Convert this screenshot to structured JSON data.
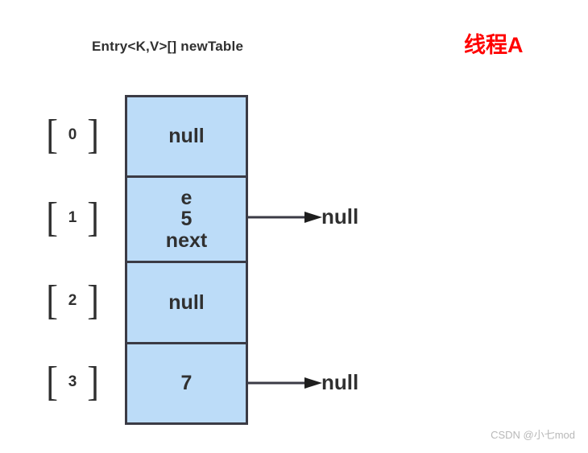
{
  "diagram": {
    "title": "Entry<K,V>[] newTable",
    "thread_label": "线程A",
    "accent_color": "#ff0000",
    "cell_fill_color": "#bcdcf8",
    "border_color": "#3b3b45",
    "buckets": [
      {
        "index": "0",
        "open_bracket": "[",
        "close_bracket": "]",
        "lines": [
          "null"
        ],
        "has_arrow": false,
        "arrow_target": ""
      },
      {
        "index": "1",
        "open_bracket": "[",
        "close_bracket": "]",
        "lines": [
          "e",
          "5",
          "next"
        ],
        "has_arrow": true,
        "arrow_target": "null"
      },
      {
        "index": "2",
        "open_bracket": "[",
        "close_bracket": "]",
        "lines": [
          "null"
        ],
        "has_arrow": false,
        "arrow_target": ""
      },
      {
        "index": "3",
        "open_bracket": "[",
        "close_bracket": "]",
        "lines": [
          "7"
        ],
        "has_arrow": true,
        "arrow_target": "null"
      }
    ]
  },
  "watermark": {
    "text": "CSDN @小七mod"
  }
}
